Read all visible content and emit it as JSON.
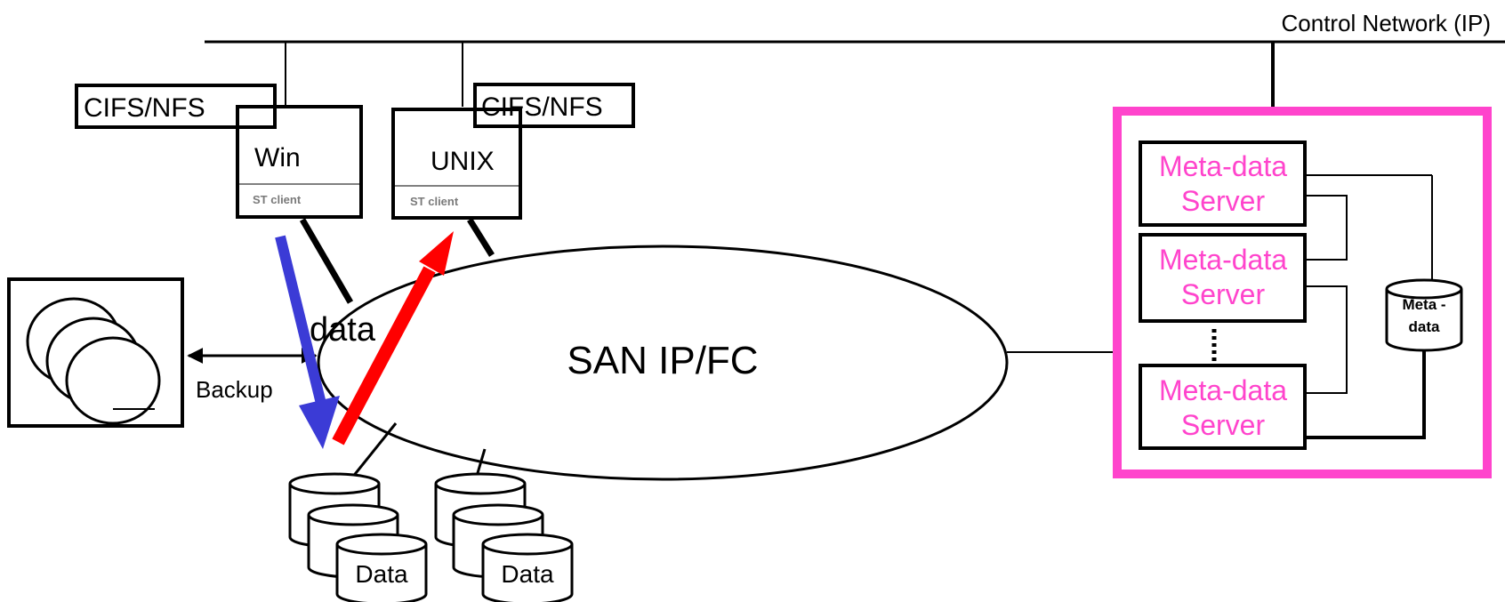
{
  "network": {
    "label": "Control Network (IP)"
  },
  "san": {
    "label": "SAN IP/FC"
  },
  "clients": [
    {
      "os": "Win",
      "software": "ST client",
      "protocol": "CIFS/NFS"
    },
    {
      "os": "UNIX",
      "software": "ST client",
      "protocol": "CIFS/NFS"
    }
  ],
  "flow": {
    "data_label": "data",
    "backup_label": "Backup"
  },
  "storage": {
    "label_left": "Data",
    "label_right": "Data"
  },
  "metadata_cluster": {
    "servers": [
      {
        "line1": "Meta-data",
        "line2": "Server"
      },
      {
        "line1": "Meta-data",
        "line2": "Server"
      },
      {
        "line1": "Meta-data",
        "line2": "Server"
      }
    ],
    "store": {
      "line1": "Meta -",
      "line2": "data"
    }
  },
  "colors": {
    "write_arrow": "#3b3bd6",
    "read_arrow": "#ff0000",
    "cluster_border": "#ff44cc",
    "server_text": "#ff44cc",
    "line": "#000000"
  }
}
